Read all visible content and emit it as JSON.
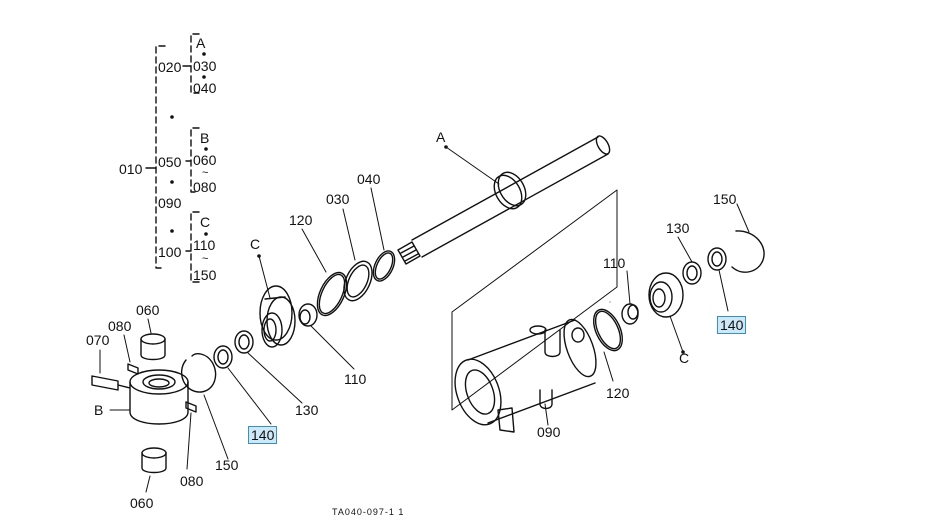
{
  "diagram": {
    "tree": {
      "root": "010",
      "groups": [
        {
          "code": "020",
          "letter": "A",
          "items": [
            "030",
            "040"
          ]
        },
        {
          "code": "050",
          "letter": "B",
          "items": [
            "060",
            "080"
          ],
          "range_mark": "~"
        },
        {
          "code": "090"
        },
        {
          "code": "100",
          "letter": "C",
          "items": [
            "110",
            "150"
          ],
          "range_mark": "~"
        }
      ]
    },
    "callouts": {
      "A": "A",
      "B": "B",
      "C_left": "C",
      "C_right": "C",
      "p030": "030",
      "p040": "040",
      "p060_top": "060",
      "p060_bottom": "060",
      "p070": "070",
      "p080_top": "080",
      "p080_bottom": "080",
      "p090": "090",
      "p110_left": "110",
      "p110_right": "110",
      "p120_left": "120",
      "p120_right": "120",
      "p130_left": "130",
      "p130_right": "130",
      "p140_left": "140",
      "p140_right": "140",
      "p150_left": "150",
      "p150_right": "150"
    },
    "drawing_code": "TA040-097-1 1"
  }
}
